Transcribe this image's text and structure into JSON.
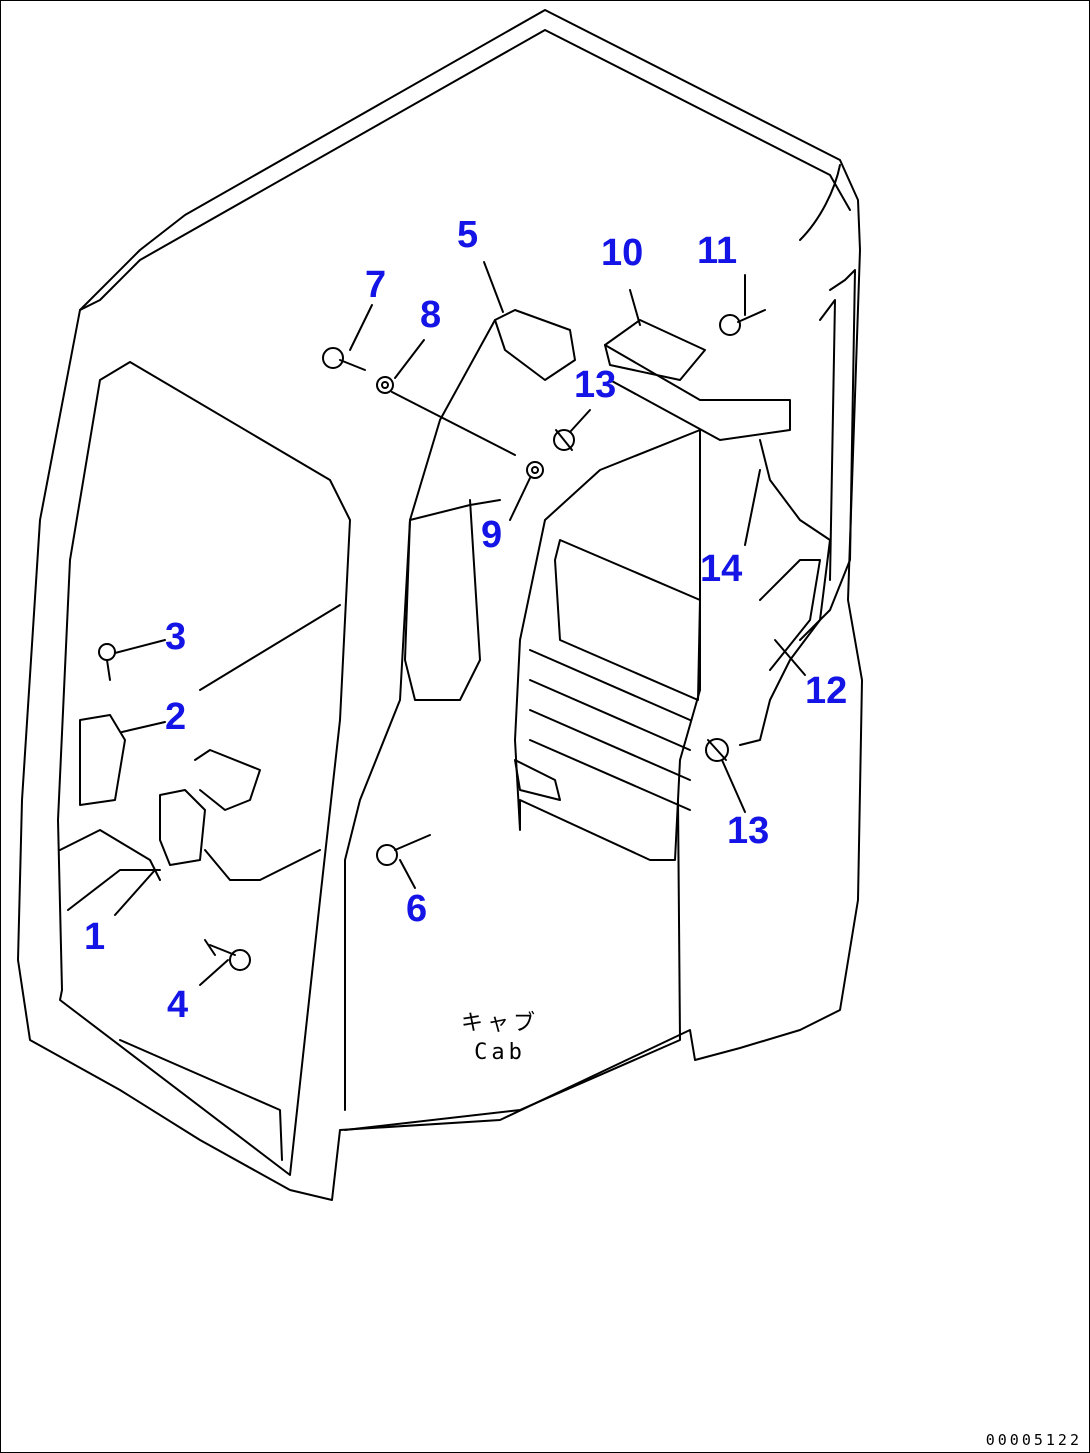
{
  "callouts": [
    {
      "id": "1",
      "label": "1"
    },
    {
      "id": "2",
      "label": "2"
    },
    {
      "id": "3",
      "label": "3"
    },
    {
      "id": "4",
      "label": "4"
    },
    {
      "id": "5",
      "label": "5"
    },
    {
      "id": "6",
      "label": "6"
    },
    {
      "id": "7",
      "label": "7"
    },
    {
      "id": "8",
      "label": "8"
    },
    {
      "id": "9",
      "label": "9"
    },
    {
      "id": "10",
      "label": "10"
    },
    {
      "id": "11",
      "label": "11"
    },
    {
      "id": "12",
      "label": "12"
    },
    {
      "id": "13a",
      "label": "13"
    },
    {
      "id": "13b",
      "label": "13"
    },
    {
      "id": "14",
      "label": "14"
    }
  ],
  "cab_label_jp": "キャブ",
  "cab_label_en": "Cab",
  "document_number": "00005122",
  "colors": {
    "callout": "#1414e6",
    "line": "#000000",
    "background": "#ffffff"
  }
}
